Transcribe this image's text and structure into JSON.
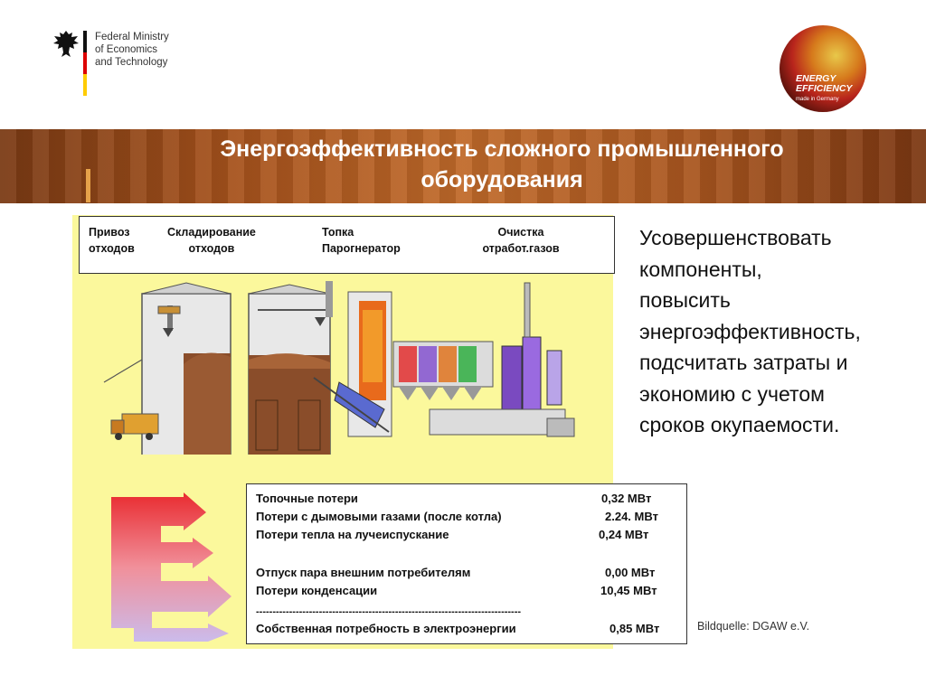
{
  "header": {
    "ministry_lines": [
      "Federal Ministry",
      "of Economics",
      "and Technology"
    ],
    "ee_logo": {
      "line1": "ENERGY",
      "line2": "EFFICIENCY",
      "tagline": "made in Germany"
    },
    "flag_colors": [
      "#000000",
      "#dd0000",
      "#ffcc00"
    ]
  },
  "title": {
    "line1": "Энергоэффективность сложного промышленного",
    "line2": "оборудования"
  },
  "stages": [
    {
      "line1": "Привоз",
      "line2": "отходов"
    },
    {
      "line1": "Складирование",
      "line2": "отходов"
    },
    {
      "line1": "Топка",
      "line2": "Парогнератор"
    },
    {
      "line1": "Очистка",
      "line2": "отработ.газов"
    }
  ],
  "losses": [
    {
      "label": "Топочные потери",
      "value": "0,32 МВт"
    },
    {
      "label": "Потери с дымовыми газами (после котла)",
      "value": "2.24. МВт"
    },
    {
      "label": "Потери  тепла на лучеиспускание",
      "value": "0,24 МВт"
    },
    {
      "label": "Отпуск пара внешним потребителям",
      "value": "0,00 МВт"
    },
    {
      "label": "Потери конденсации",
      "value": "10,45 МВт"
    }
  ],
  "separator": "--------------------------------------------------------------------------------",
  "own_need": {
    "label": "Собственная потребность в электроэнергии",
    "value": "0,85 МВт"
  },
  "side_text": [
    "Усовершенствовать",
    "компоненты,",
    "повысить",
    "энергоэффективность,",
    "подсчитать затраты и",
    "экономию с учетом",
    "сроков окупаемости."
  ],
  "credit": "Bildquelle: DGAW e.V.",
  "colors": {
    "banner": "#a6521c",
    "diagram_bg": "#fbf89c",
    "arrow_top": "#e8202a",
    "arrow_bottom": "#c9b8ef"
  }
}
